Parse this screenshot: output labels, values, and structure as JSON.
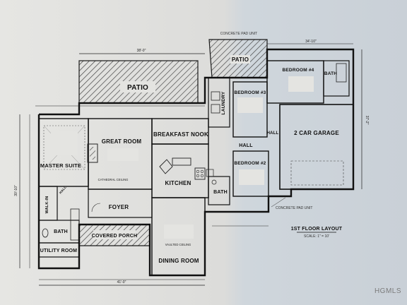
{
  "labels": {
    "patio_upper": "PATIO",
    "patio_main": "PATIO",
    "master_suite": "MASTER SUITE",
    "great_room": "GREAT ROOM",
    "cathedral_ceiling": "CATHEDRAL CEILING",
    "breakfast_nook": "BREAKFAST NOOK",
    "kitchen": "KITCHEN",
    "foyer": "FOYER",
    "walk_in": "WALK-IN",
    "bath_master": "BATH",
    "utility_room": "UTILITY ROOM",
    "covered_porch": "COVERED PORCH",
    "dining_room": "DINING ROOM",
    "vaulted_ceiling": "VAULTED CEILING",
    "laundry": "LAUNDRY",
    "bath_hall": "BATH",
    "bath_upper": "BATH",
    "hall": "HALL",
    "hall_right": "HALL",
    "bedroom_2": "BEDROOM #2",
    "bedroom_3": "BEDROOM #3",
    "bedroom_4": "BEDROOM #4",
    "garage": "2 CAR GARAGE",
    "concrete_pad": "CONCRETE PAD UNIT",
    "concrete_pad_top": "CONCRETE PAD UNIT",
    "floor_layout": "1ST FLOOR LAYOUT",
    "floor_scale": "SCALE: 1\" = 10'",
    "dim_top": "38'-0\"",
    "dim_bottom": "41'-0\"",
    "dim_left": "30'-10\"",
    "dim_right": "37'-2\"",
    "dim_garage": "34'-10\""
  },
  "watermark": "HGMLS",
  "colors": {
    "ink": "#1a1a1a",
    "paper": "#e2e2df",
    "hatch": "#3a3a3a"
  }
}
